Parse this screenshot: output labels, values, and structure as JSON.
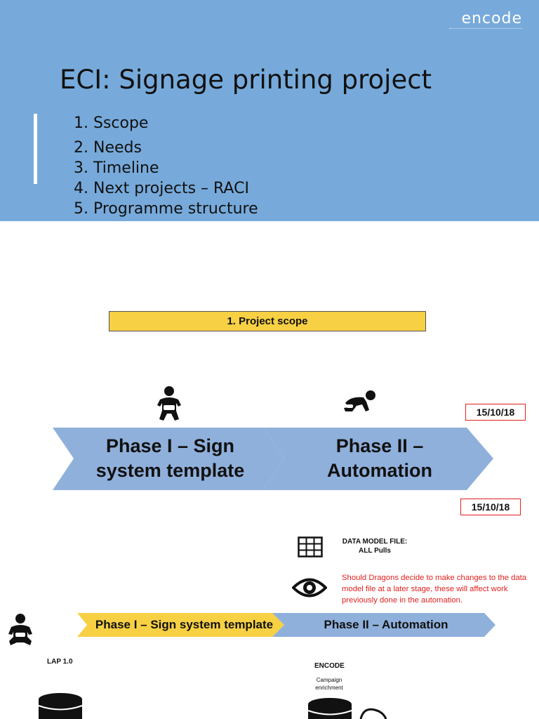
{
  "header": {
    "logo": "encode",
    "title": "ECI: Signage printing project",
    "toc": [
      "1.  Sscope",
      "2. Needs",
      "3. Timeline",
      "4. Next projects – RACI",
      "5. Programme structure"
    ]
  },
  "scope": {
    "heading": "1. Project scope",
    "phase1_line1": "Phase I – Sign",
    "phase1_line2": "system template",
    "phase2_line1": "Phase II –",
    "phase2_line2": "Automation",
    "date_top": "15/10/18",
    "date_bottom": "15/10/18",
    "data_model_line1": "DATA MODEL FILE:",
    "data_model_line2": "ALL Pulls",
    "note_line1": "Should Dragons decide to make changes to the data",
    "note_line2": "model file at a later stage, these will affect work",
    "note_line3": "previously done in the automation.",
    "bar_phase1": "Phase I – Sign system template",
    "bar_phase2": "Phase II – Automation",
    "lap_label": "LAP 1.0",
    "encode_label": "ENCODE",
    "campaign_line1": "Campaign",
    "campaign_line2": "enrichment"
  },
  "colors": {
    "header_bg": "#77aadb",
    "chevron_blue": "#8fb0db",
    "highlight_yellow": "#f7d044",
    "alert_red": "#e0201e"
  },
  "icons": [
    "baby-standing-icon",
    "baby-crawling-icon",
    "table-grid-icon",
    "eye-icon",
    "baby-sitting-icon",
    "database-icon"
  ]
}
